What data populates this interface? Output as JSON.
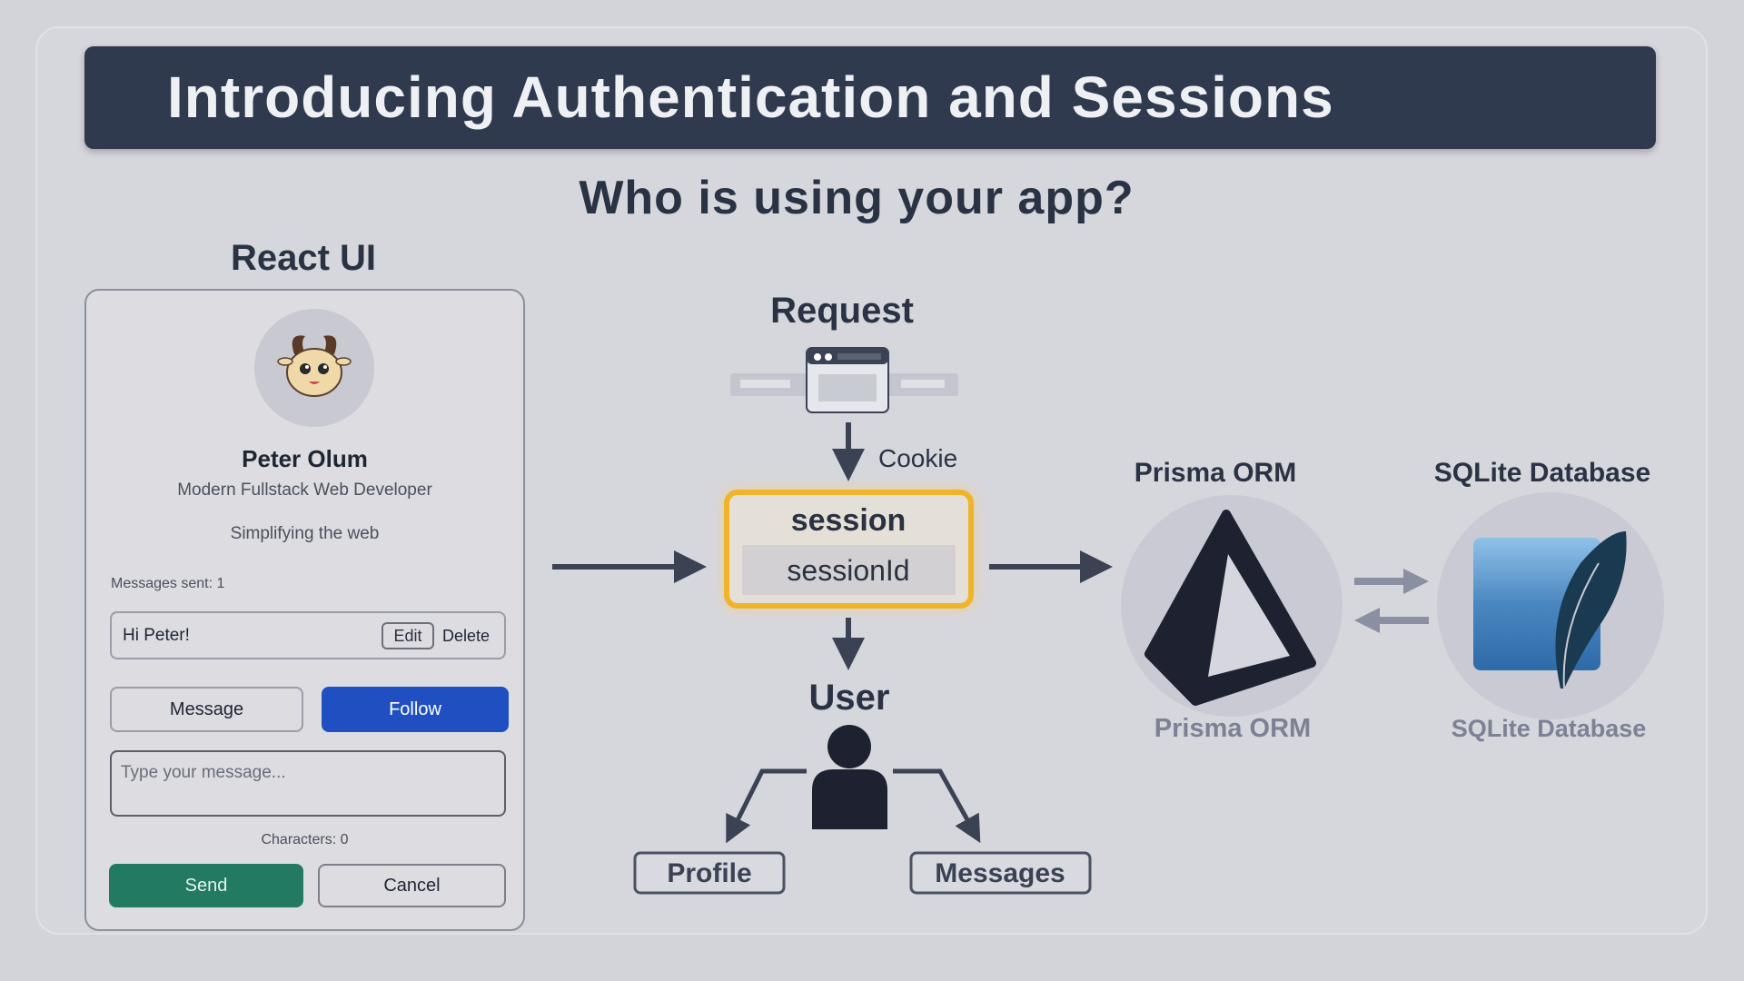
{
  "title": "Introducing Authentication and Sessions",
  "subtitle": "Who is using your app?",
  "react_ui": {
    "heading": "React UI",
    "profile": {
      "avatar_icon": "goat-mascot-icon",
      "name": "Peter Olum",
      "role": "Modern Fullstack Web Developer",
      "tagline": "Simplifying the web"
    },
    "messages_sent": "Messages sent: 1",
    "message_item": {
      "text": "Hi Peter!",
      "edit_label": "Edit",
      "delete_label": "Delete"
    },
    "message_button": "Message",
    "follow_button": "Follow",
    "textarea_placeholder": "Type your message...",
    "char_count": "Characters: 0",
    "send_button": "Send",
    "cancel_button": "Cancel"
  },
  "diagram": {
    "request_label": "Request",
    "cookie_label": "Cookie",
    "session_label": "session",
    "session_id_label": "sessionId",
    "user_label": "User",
    "profile_label": "Profile",
    "messages_label": "Messages",
    "prisma_heading": "Prisma ORM",
    "prisma_caption": "Prisma ORM",
    "sqlite_heading": "SQLite Database",
    "sqlite_caption": "SQLite Database"
  },
  "colors": {
    "title_bg": "#2f3a4e",
    "follow": "#1f4fc1",
    "send": "#227a62",
    "session_border": "#f0b429"
  }
}
